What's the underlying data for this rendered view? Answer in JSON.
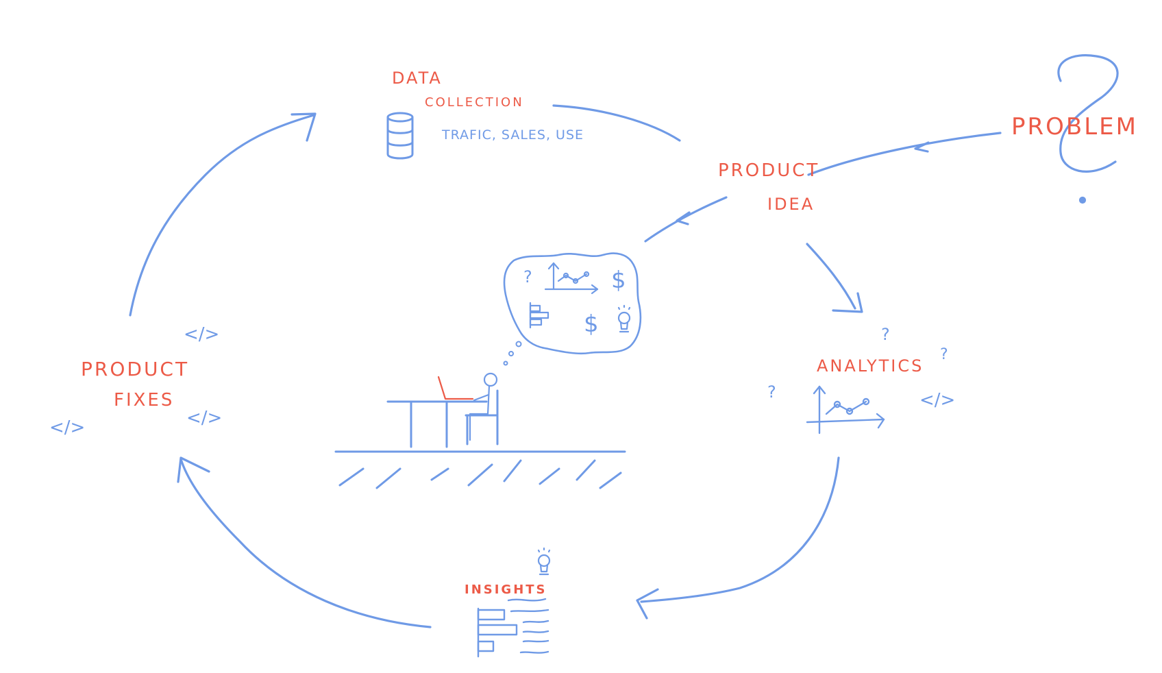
{
  "labels": {
    "data_line1": "DATA",
    "data_line2": "COLLECTION",
    "data_sub": "TRAFIC, SALES, USE",
    "problem": "PROBLEM",
    "product_idea_line1": "PRODUCT",
    "product_idea_line2": "IDEA",
    "analytics": "ANALYTICS",
    "insights": "INSIGHTS",
    "fixes_line1": "PRODUCT",
    "fixes_line2": "FIXES"
  },
  "glyphs": {
    "question": "?",
    "dollar": "$",
    "code": "</>"
  },
  "colors": {
    "accent_red": "#ec5a47",
    "line_blue": "#6f9ae6",
    "background": "#ffffff"
  }
}
